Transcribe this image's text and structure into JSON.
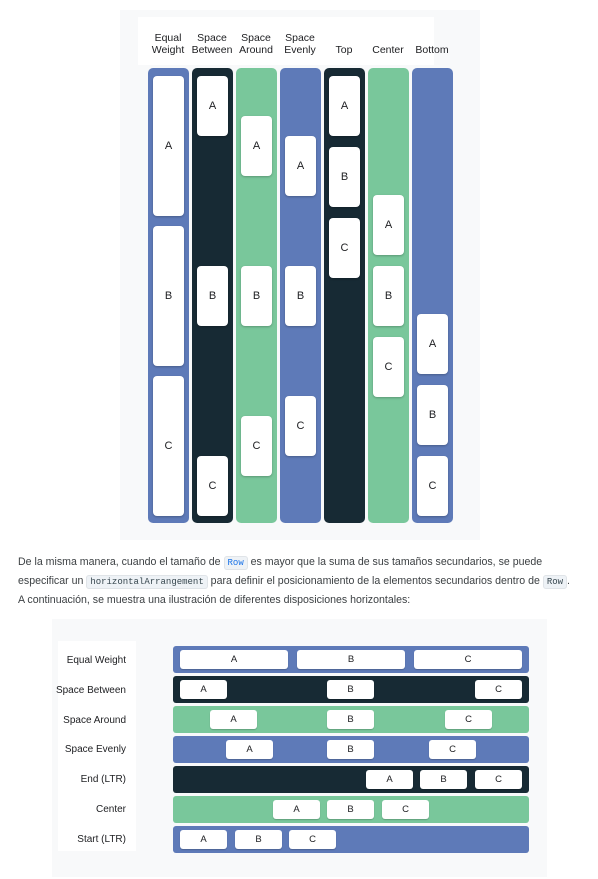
{
  "colors": {
    "blue": "#5e7ab8",
    "dark": "#172a34",
    "green": "#79c79b"
  },
  "vertical_figure": {
    "columns": [
      {
        "header_line1": "Equal",
        "header_line2": "Weight",
        "color": "blue",
        "items": [
          "A",
          "B",
          "C"
        ]
      },
      {
        "header_line1": "Space",
        "header_line2": "Between",
        "color": "dark",
        "items": [
          "A",
          "B",
          "C"
        ]
      },
      {
        "header_line1": "Space",
        "header_line2": "Around",
        "color": "green",
        "items": [
          "A",
          "B",
          "C"
        ]
      },
      {
        "header_line1": "Space",
        "header_line2": "Evenly",
        "color": "blue",
        "items": [
          "A",
          "B",
          "C"
        ]
      },
      {
        "header_line1": "",
        "header_line2": "Top",
        "color": "dark",
        "items": [
          "A",
          "B",
          "C"
        ]
      },
      {
        "header_line1": "",
        "header_line2": "Center",
        "color": "green",
        "items": [
          "A",
          "B",
          "C"
        ]
      },
      {
        "header_line1": "",
        "header_line2": "Bottom",
        "color": "blue",
        "items": [
          "A",
          "B",
          "C"
        ]
      }
    ]
  },
  "paragraph": {
    "part1": "De la misma manera, cuando el tamaño de ",
    "code1": "Row",
    "part2": " es mayor que la suma de sus tamaños secundarios, se puede especificar un ",
    "code2": "horizontalArrangement",
    "part3": " para definir el posicionamiento de la elementos secundarios dentro de ",
    "code3": "Row",
    "part4": ". A continuación, se muestra una ilustración de diferentes disposiciones horizontales:"
  },
  "horizontal_figure": {
    "rows": [
      {
        "label": "Equal Weight",
        "color": "blue",
        "items": [
          "A",
          "B",
          "C"
        ]
      },
      {
        "label": "Space Between",
        "color": "dark",
        "items": [
          "A",
          "B",
          "C"
        ]
      },
      {
        "label": "Space Around",
        "color": "green",
        "items": [
          "A",
          "B",
          "C"
        ]
      },
      {
        "label": "Space Evenly",
        "color": "blue",
        "items": [
          "A",
          "B",
          "C"
        ]
      },
      {
        "label": "End (LTR)",
        "color": "dark",
        "items": [
          "A",
          "B",
          "C"
        ]
      },
      {
        "label": "Center",
        "color": "green",
        "items": [
          "A",
          "B",
          "C"
        ]
      },
      {
        "label": "Start (LTR)",
        "color": "blue",
        "items": [
          "A",
          "B",
          "C"
        ]
      }
    ]
  }
}
